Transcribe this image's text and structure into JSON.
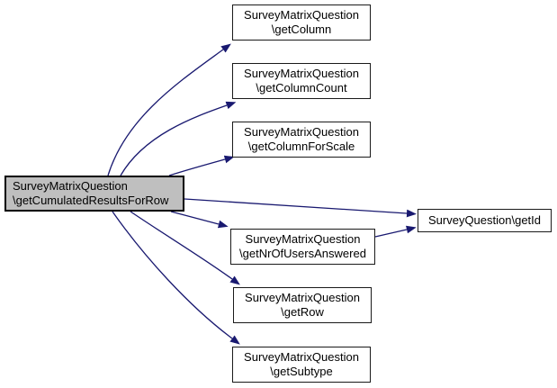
{
  "diagram": {
    "type": "doxygen-call-graph",
    "colors": {
      "edge": "#191970",
      "node_border": "#1a1a1a",
      "node_fill": "#ffffff",
      "highlight_fill": "#bfbfbf",
      "text": "#000000"
    },
    "nodes": {
      "main": {
        "line1": "SurveyMatrixQuestion",
        "line2": "\\getCumulatedResultsForRow",
        "highlighted": true
      },
      "getColumn": {
        "line1": "SurveyMatrixQuestion",
        "line2": "\\getColumn"
      },
      "getColumnCount": {
        "line1": "SurveyMatrixQuestion",
        "line2": "\\getColumnCount"
      },
      "getColumnForScale": {
        "line1": "SurveyMatrixQuestion",
        "line2": "\\getColumnForScale"
      },
      "getId": {
        "label": "SurveyQuestion\\getId"
      },
      "getNrOfUsersAnswered": {
        "line1": "SurveyMatrixQuestion",
        "line2": "\\getNrOfUsersAnswered"
      },
      "getRow": {
        "line1": "SurveyMatrixQuestion",
        "line2": "\\getRow"
      },
      "getSubtype": {
        "line1": "SurveyMatrixQuestion",
        "line2": "\\getSubtype"
      }
    },
    "edges": [
      {
        "from": "SurveyMatrixQuestion\\getCumulatedResultsForRow",
        "to": "SurveyMatrixQuestion\\getColumn"
      },
      {
        "from": "SurveyMatrixQuestion\\getCumulatedResultsForRow",
        "to": "SurveyMatrixQuestion\\getColumnCount"
      },
      {
        "from": "SurveyMatrixQuestion\\getCumulatedResultsForRow",
        "to": "SurveyMatrixQuestion\\getColumnForScale"
      },
      {
        "from": "SurveyMatrixQuestion\\getCumulatedResultsForRow",
        "to": "SurveyQuestion\\getId"
      },
      {
        "from": "SurveyMatrixQuestion\\getCumulatedResultsForRow",
        "to": "SurveyMatrixQuestion\\getNrOfUsersAnswered"
      },
      {
        "from": "SurveyMatrixQuestion\\getCumulatedResultsForRow",
        "to": "SurveyMatrixQuestion\\getRow"
      },
      {
        "from": "SurveyMatrixQuestion\\getCumulatedResultsForRow",
        "to": "SurveyMatrixQuestion\\getSubtype"
      },
      {
        "from": "SurveyMatrixQuestion\\getNrOfUsersAnswered",
        "to": "SurveyQuestion\\getId"
      }
    ]
  }
}
